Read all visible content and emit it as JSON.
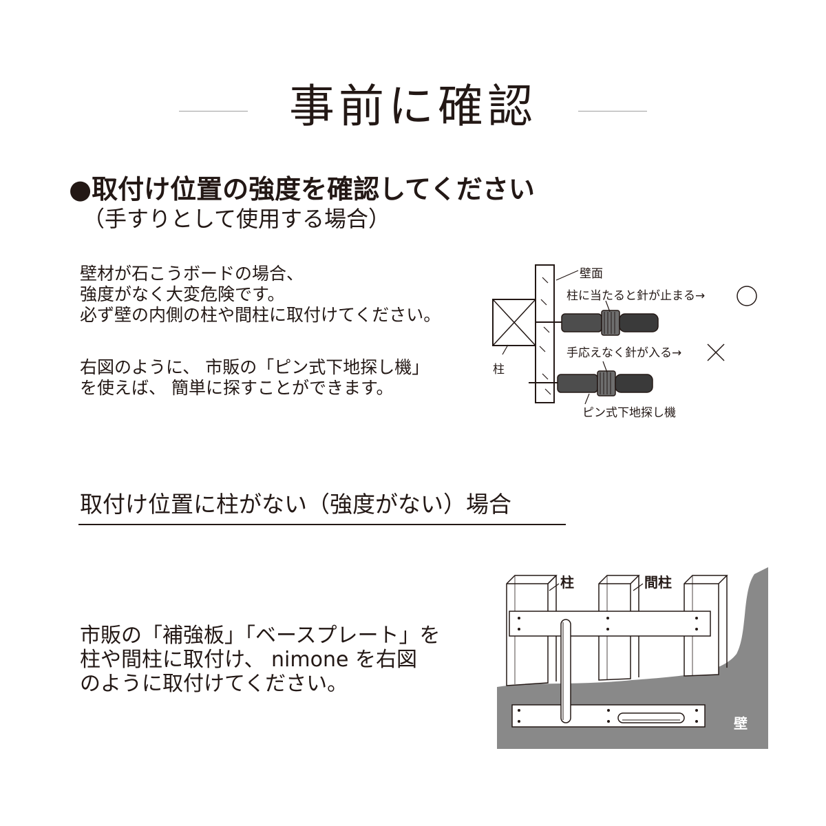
{
  "page": {
    "title": "事前に確認"
  },
  "section1": {
    "heading": "●取付け位置の強度を確認してください",
    "subheading": "（手すりとして使用する場合）",
    "para1": "壁材が石こうボードの場合、\n強度がなく大変危険です。\n必ず壁の内側の柱や間柱に取付けてください。",
    "para2": "右図のように、 市販の「ピン式下地探し機」\nを使えば、 簡単に探すことができます。"
  },
  "diagram1": {
    "wall_label": "壁面",
    "stud_label": "柱",
    "stud_hit": "柱に当たると針が止まる→",
    "no_stud": "手応えなく針が入る→",
    "tool_label": "ピン式下地探し機",
    "ok_symbol": "circle-ok-icon",
    "ng_symbol": "cross-ng-icon"
  },
  "section2": {
    "heading": "取付け位置に柱がない（強度がない）場合",
    "para": "市販の「補強板」「ベースプレート」を\n柱や間柱に取付け、 nimone を右図\nのように取付けてください。"
  },
  "diagram2": {
    "stud_label": "柱",
    "substud_label": "間柱",
    "wall_label": "壁"
  },
  "colors": {
    "text": "#231815",
    "wall_gray": "#898989",
    "rule_gray": "#9e9e9e"
  }
}
